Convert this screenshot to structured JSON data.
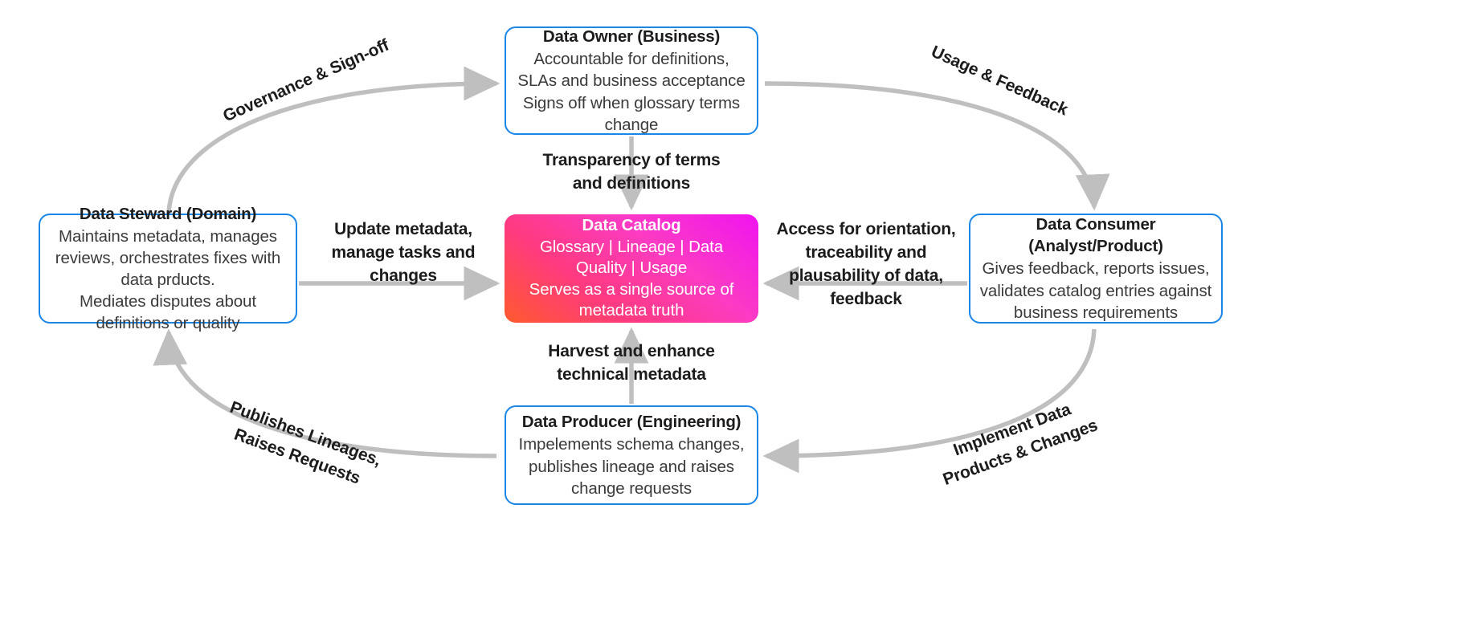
{
  "diagram": {
    "title": "Data Catalog Roles and Responsibilities Cycle",
    "background_color": "#ffffff",
    "node_border_color": "#1a86e8",
    "connector_color": "#bfbfbf",
    "catalog_gradient": [
      "#ff5a2d",
      "#ff3a7f",
      "#fb3bc4",
      "#f013f0"
    ]
  },
  "nodes": {
    "owner": {
      "title": "Data Owner (Business)",
      "body": "Accountable for definitions, SLAs and business acceptance\nSigns off when glossary terms change"
    },
    "steward": {
      "title": "Data Steward (Domain)",
      "body": "Maintains metadata, manages reviews, orchestrates fixes with data prducts.\nMediates disputes about definitions or quality"
    },
    "consumer": {
      "title": "Data Consumer (Analyst/Product)",
      "body": "Gives feedback, reports issues, validates catalog entries against business requirements"
    },
    "producer": {
      "title": "Data Producer (Engineering)",
      "body": "Impelements schema changes, publishes lineage and raises change requests"
    },
    "catalog": {
      "title": "Data Catalog",
      "pillars": "Glossary | Lineage | Data Quality | Usage",
      "tagline": "Serves as a single source of metadata truth"
    }
  },
  "edges": {
    "transparency": "Transparency of terms\nand definitions",
    "harvest": "Harvest and enhance\ntechnical metadata",
    "update": "Update metadata,\nmanage tasks and\nchanges",
    "access": "Access for orientation,\ntraceability and\nplausability of data,\nfeedback",
    "governance": "Governance & Sign-off",
    "usage": "Usage & Feedback",
    "publishes": "Publishes Lineages,\nRaises Requests",
    "implement": "Implement Data\nProducts & Changes"
  }
}
